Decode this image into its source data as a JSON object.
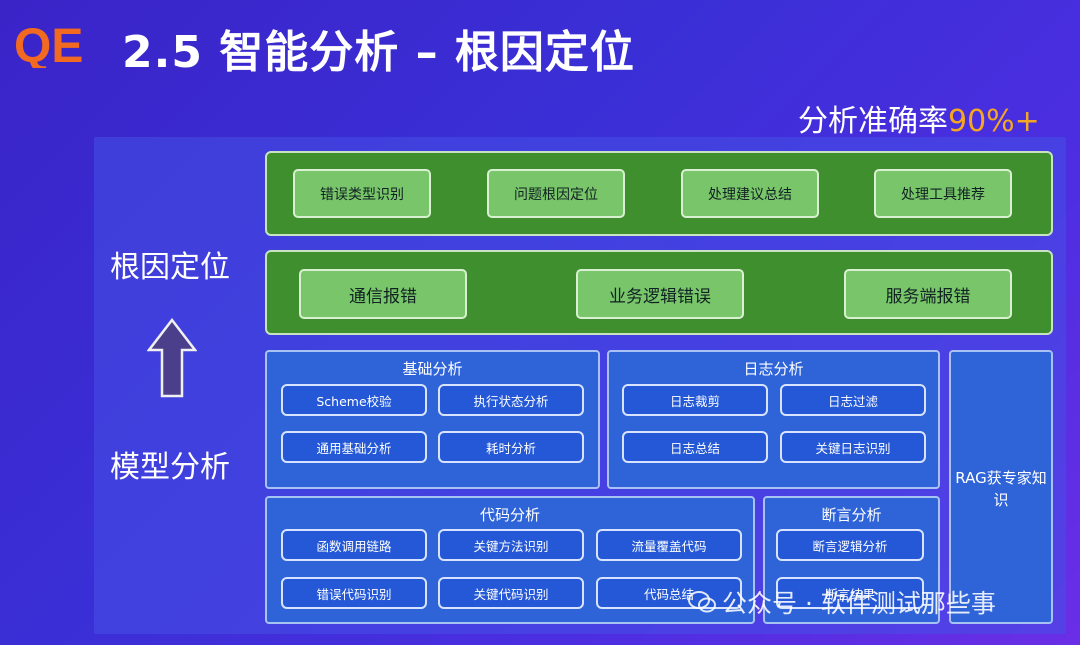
{
  "header": {
    "logo_text": "QE",
    "title": "2.5 智能分析 – 根因定位",
    "accuracy_label": "分析准确率",
    "accuracy_value": "90%+"
  },
  "side_labels": {
    "top": "根因定位",
    "bottom": "模型分析"
  },
  "root_cause": {
    "row1": [
      "错误类型识别",
      "问题根因定位",
      "处理建议总结",
      "处理工具推荐"
    ],
    "row2": [
      "通信报错",
      "业务逻辑错误",
      "服务端报错"
    ]
  },
  "analysis": {
    "basic": {
      "title": "基础分析",
      "items": [
        "Scheme校验",
        "执行状态分析",
        "通用基础分析",
        "耗时分析"
      ]
    },
    "log": {
      "title": "日志分析",
      "items": [
        "日志裁剪",
        "日志过滤",
        "日志总结",
        "关键日志识别"
      ]
    },
    "code": {
      "title": "代码分析",
      "items": [
        "函数调用链路",
        "关键方法识别",
        "流量覆盖代码",
        "错误代码识别",
        "关键代码识别",
        "代码总结"
      ]
    },
    "assert": {
      "title": "断言分析",
      "items": [
        "断言逻辑分析",
        "断言结果"
      ]
    },
    "rag": {
      "line1": "RAG获专家知",
      "line2": "识"
    }
  },
  "watermark": "公众号 · 软件测试那些事",
  "colors": {
    "background": "#3a2fd6",
    "green_row": "#3f8f2e",
    "green_button": "#78c56a",
    "blue_box": "#2f64d8",
    "accent_orange": "#f5a623",
    "logo_orange": "#f26a21"
  }
}
